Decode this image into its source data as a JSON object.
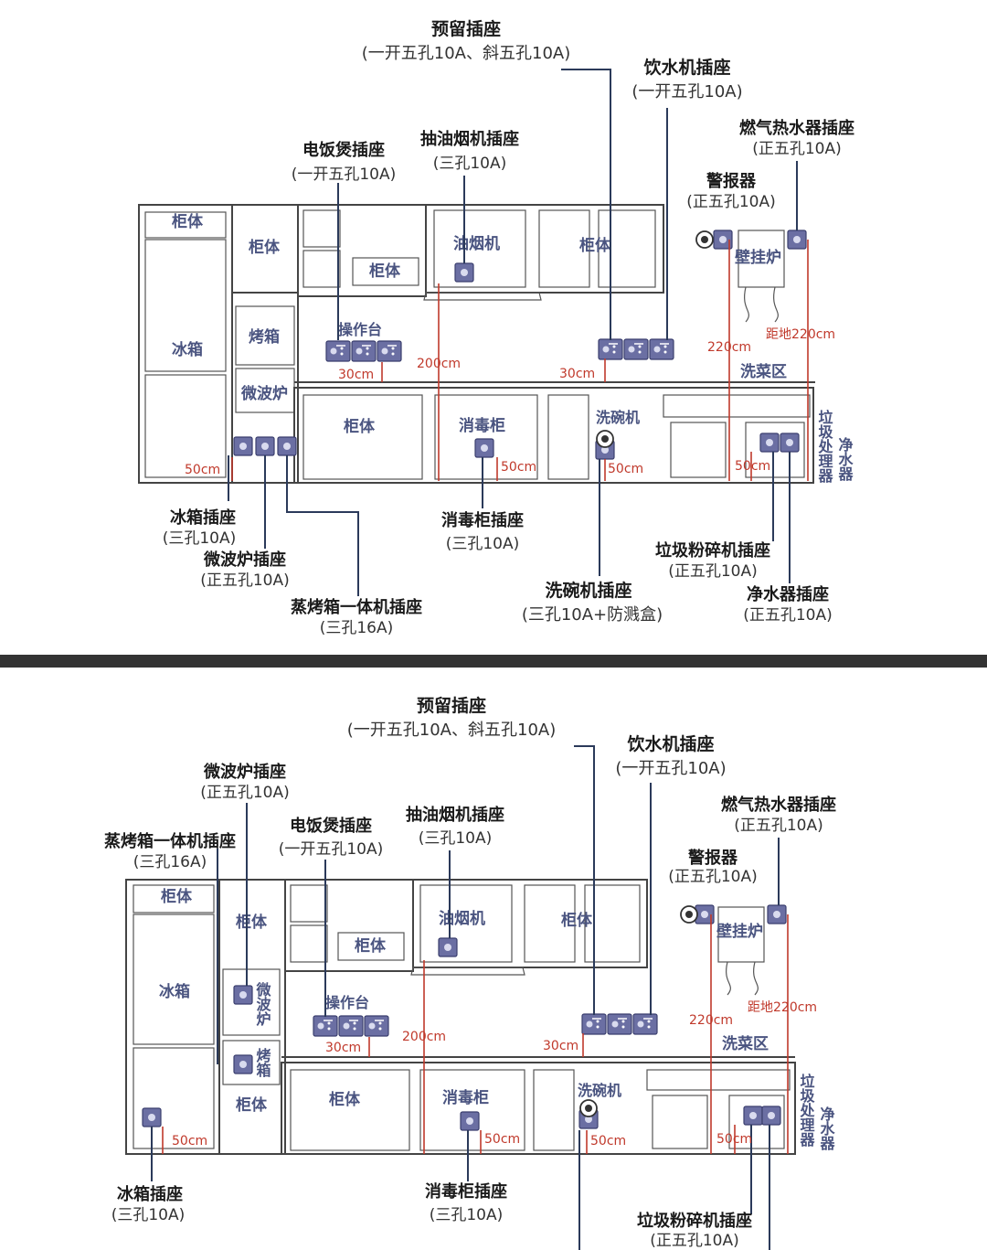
{
  "colors": {
    "cabinet_text": "#4a5480",
    "measure_red": "#c0392b",
    "socket": "#6b6fa3",
    "divider": "#333333"
  },
  "top": {
    "labels": {
      "reserve": {
        "title": "预留插座",
        "spec": "(一开五孔10A、斜五孔10A)"
      },
      "water": {
        "title": "饮水机插座",
        "spec": "(一开五孔10A)"
      },
      "gas": {
        "title": "燃气热水器插座",
        "spec": "(正五孔10A)"
      },
      "rice": {
        "title": "电饭煲插座",
        "spec": "(一开五孔10A)"
      },
      "hood": {
        "title": "抽油烟机插座",
        "spec": "(三孔10A)"
      },
      "alarm": {
        "title": "警报器",
        "spec": "(正五孔10A)"
      },
      "fridge": {
        "title": "冰箱插座",
        "spec": "(三孔10A)"
      },
      "microwave": {
        "title": "微波炉插座",
        "spec": "(正五孔10A)"
      },
      "steam": {
        "title": "蒸烤箱一体机插座",
        "spec": "(三孔16A)"
      },
      "sterilizer": {
        "title": "消毒柜插座",
        "spec": "(三孔10A)"
      },
      "dish": {
        "title": "洗碗机插座",
        "spec": "(三孔10A+防溅盒)"
      },
      "disposal": {
        "title": "垃圾粉碎机插座",
        "spec": "(正五孔10A)"
      },
      "purifier": {
        "title": "净水器插座",
        "spec": "(正五孔10A)"
      }
    },
    "cabinets": {
      "c1": "柜体",
      "c2": "柜体",
      "c3": "柜体",
      "c4": "柜体",
      "c5": "柜体",
      "fridge": "冰箱",
      "oven": "烤箱",
      "microwave": "微波炉",
      "hood": "油烟机",
      "boiler": "壁挂炉",
      "counter": "操作台",
      "sink": "洗菜区",
      "sterilizer": "消毒柜",
      "dish": "洗碗机",
      "disposal": "垃圾处理器",
      "purifier": "净水器"
    },
    "measures": {
      "m30a": "30cm",
      "m200": "200cm",
      "m30b": "30cm",
      "m220": "220cm",
      "m220floor": "距地220cm",
      "m50a": "50cm",
      "m50b": "50cm",
      "m50c": "50cm",
      "m50d": "50cm"
    }
  },
  "bottom": {
    "labels": {
      "reserve": {
        "title": "预留插座",
        "spec": "(一开五孔10A、斜五孔10A)"
      },
      "water": {
        "title": "饮水机插座",
        "spec": "(一开五孔10A)"
      },
      "microwave": {
        "title": "微波炉插座",
        "spec": "(正五孔10A)"
      },
      "gas": {
        "title": "燃气热水器插座",
        "spec": "(正五孔10A)"
      },
      "steam": {
        "title": "蒸烤箱一体机插座",
        "spec": "(三孔16A)"
      },
      "rice": {
        "title": "电饭煲插座",
        "spec": "(一开五孔10A)"
      },
      "hood": {
        "title": "抽油烟机插座",
        "spec": "(三孔10A)"
      },
      "alarm": {
        "title": "警报器",
        "spec": "(正五孔10A)"
      },
      "fridge": {
        "title": "冰箱插座",
        "spec": "(三孔10A)"
      },
      "sterilizer": {
        "title": "消毒柜插座",
        "spec": "(三孔10A)"
      },
      "disposal": {
        "title": "垃圾粉碎机插座",
        "spec": "(正五孔10A)"
      }
    },
    "cabinets": {
      "c1": "柜体",
      "c2": "柜体",
      "c3": "柜体",
      "c4": "柜体",
      "c5": "柜体",
      "c6": "柜体",
      "fridge": "冰箱",
      "microwave": "微波炉",
      "oven": "烤箱",
      "hood": "油烟机",
      "boiler": "壁挂炉",
      "counter": "操作台",
      "sink": "洗菜区",
      "sterilizer": "消毒柜",
      "dish": "洗碗机",
      "disposal": "垃圾处理器",
      "purifier": "净水器"
    },
    "measures": {
      "m30a": "30cm",
      "m200": "200cm",
      "m30b": "30cm",
      "m220": "220cm",
      "m220floor": "距地220cm",
      "m50a": "50cm",
      "m50b": "50cm",
      "m50c": "50cm",
      "m50d": "50cm"
    }
  }
}
